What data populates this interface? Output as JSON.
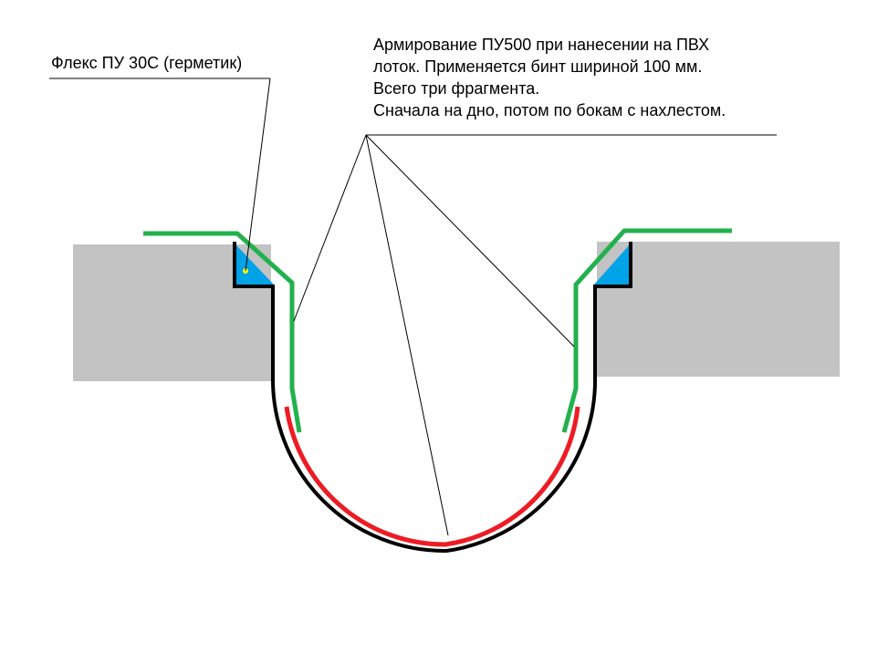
{
  "labels": {
    "sealant": "Флекс ПУ 30С (герметик)",
    "reinforcement": [
      "Армирование ПУ500 при нанесении на ПВХ",
      "лоток. Применяется бинт шириной 100 мм.",
      "Всего три фрагмента.",
      "Сначала на дно, потом по бокам с нахлестом."
    ]
  },
  "colors": {
    "slab": "#c3c3c3",
    "tray": "#000000",
    "bottom_bandage": "#ed1c24",
    "side_bandage": "#22b14c",
    "sealant": "#00a2e8",
    "sealant_marker": "#ffff00",
    "leader": "#000000"
  }
}
